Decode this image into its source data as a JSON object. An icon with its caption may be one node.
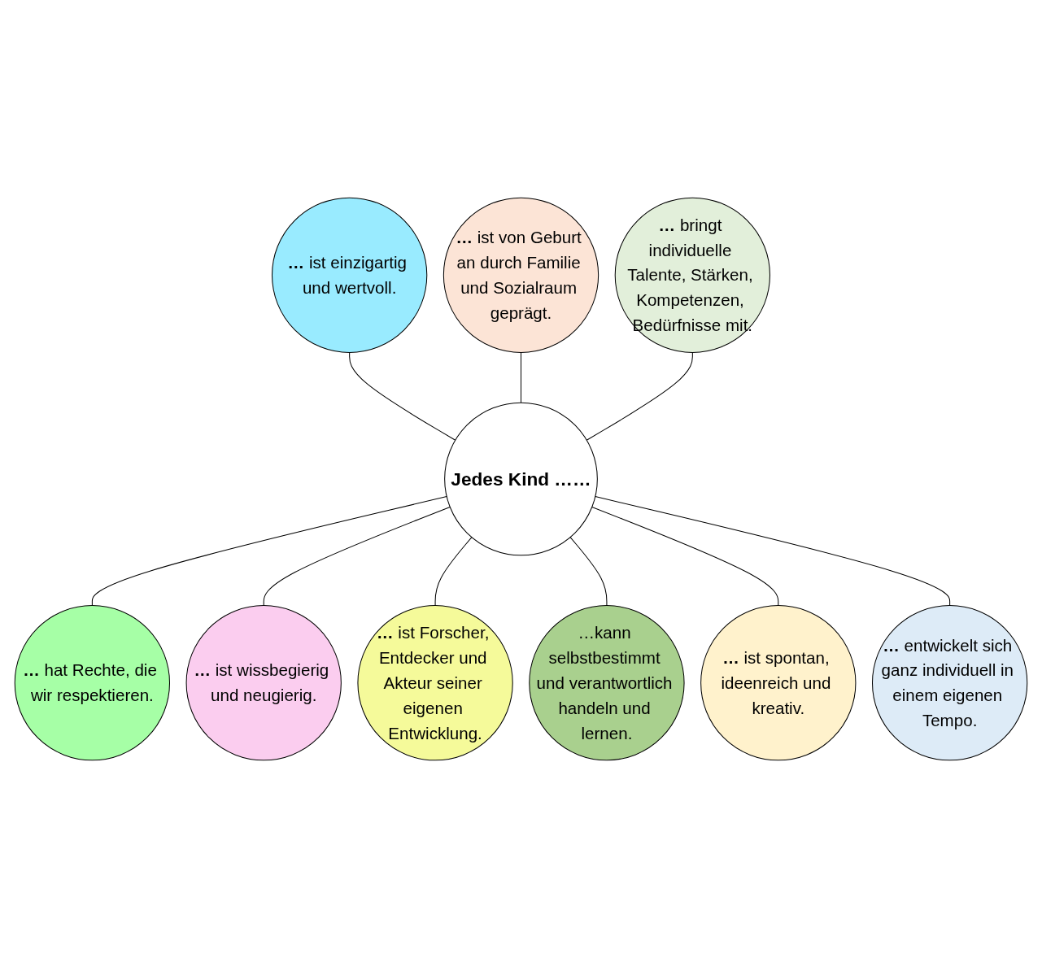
{
  "diagram": {
    "nodes": [
      {
        "text": [
          "Jedes Kind ……"
        ]
      },
      {
        "text": [
          "**…** ist von Geburt an durch Familie und Sozialraum geprägt."
        ]
      },
      {
        "text": [
          "**…** bringt individuelle Talente, Stärken, Kompetenzen, Bedürfnisse mit."
        ]
      },
      {
        "text": [
          "**…** entwickelt sich ganz individuell in einem eigenen Tempo."
        ]
      },
      {
        "text": [
          "**…** ist spontan, ideenreich und kreativ."
        ]
      },
      {
        "text": [
          "…kann selbstbestimmt und verantwortlich handeln und lernen."
        ]
      },
      {
        "text": [
          "**…** ist Forscher, Entdecker und Akteur seiner eigenen Entwicklung."
        ]
      },
      {
        "text": [
          "**…** ist wissbegierig und neugierig."
        ]
      },
      {
        "text": [
          "**…** hat Rechte, die wir respektieren."
        ]
      },
      {
        "text": [
          "**…** ist einzigartig und wertvoll."
        ]
      }
    ],
    "edges": [
      {
        "from": 9,
        "to": 0,
        "arrow": "none"
      },
      {
        "from": 1,
        "to": 0,
        "arrow": "none"
      },
      {
        "from": 2,
        "to": 0,
        "arrow": "none"
      },
      {
        "from": 0,
        "to": 8,
        "arrow": "none"
      },
      {
        "from": 0,
        "to": 7,
        "arrow": "none"
      },
      {
        "from": 0,
        "to": 6,
        "arrow": "none"
      },
      {
        "from": 0,
        "to": 5,
        "arrow": "none"
      },
      {
        "from": 0,
        "to": 4,
        "arrow": "none"
      },
      {
        "from": 0,
        "to": 3,
        "arrow": "none"
      }
    ]
  }
}
